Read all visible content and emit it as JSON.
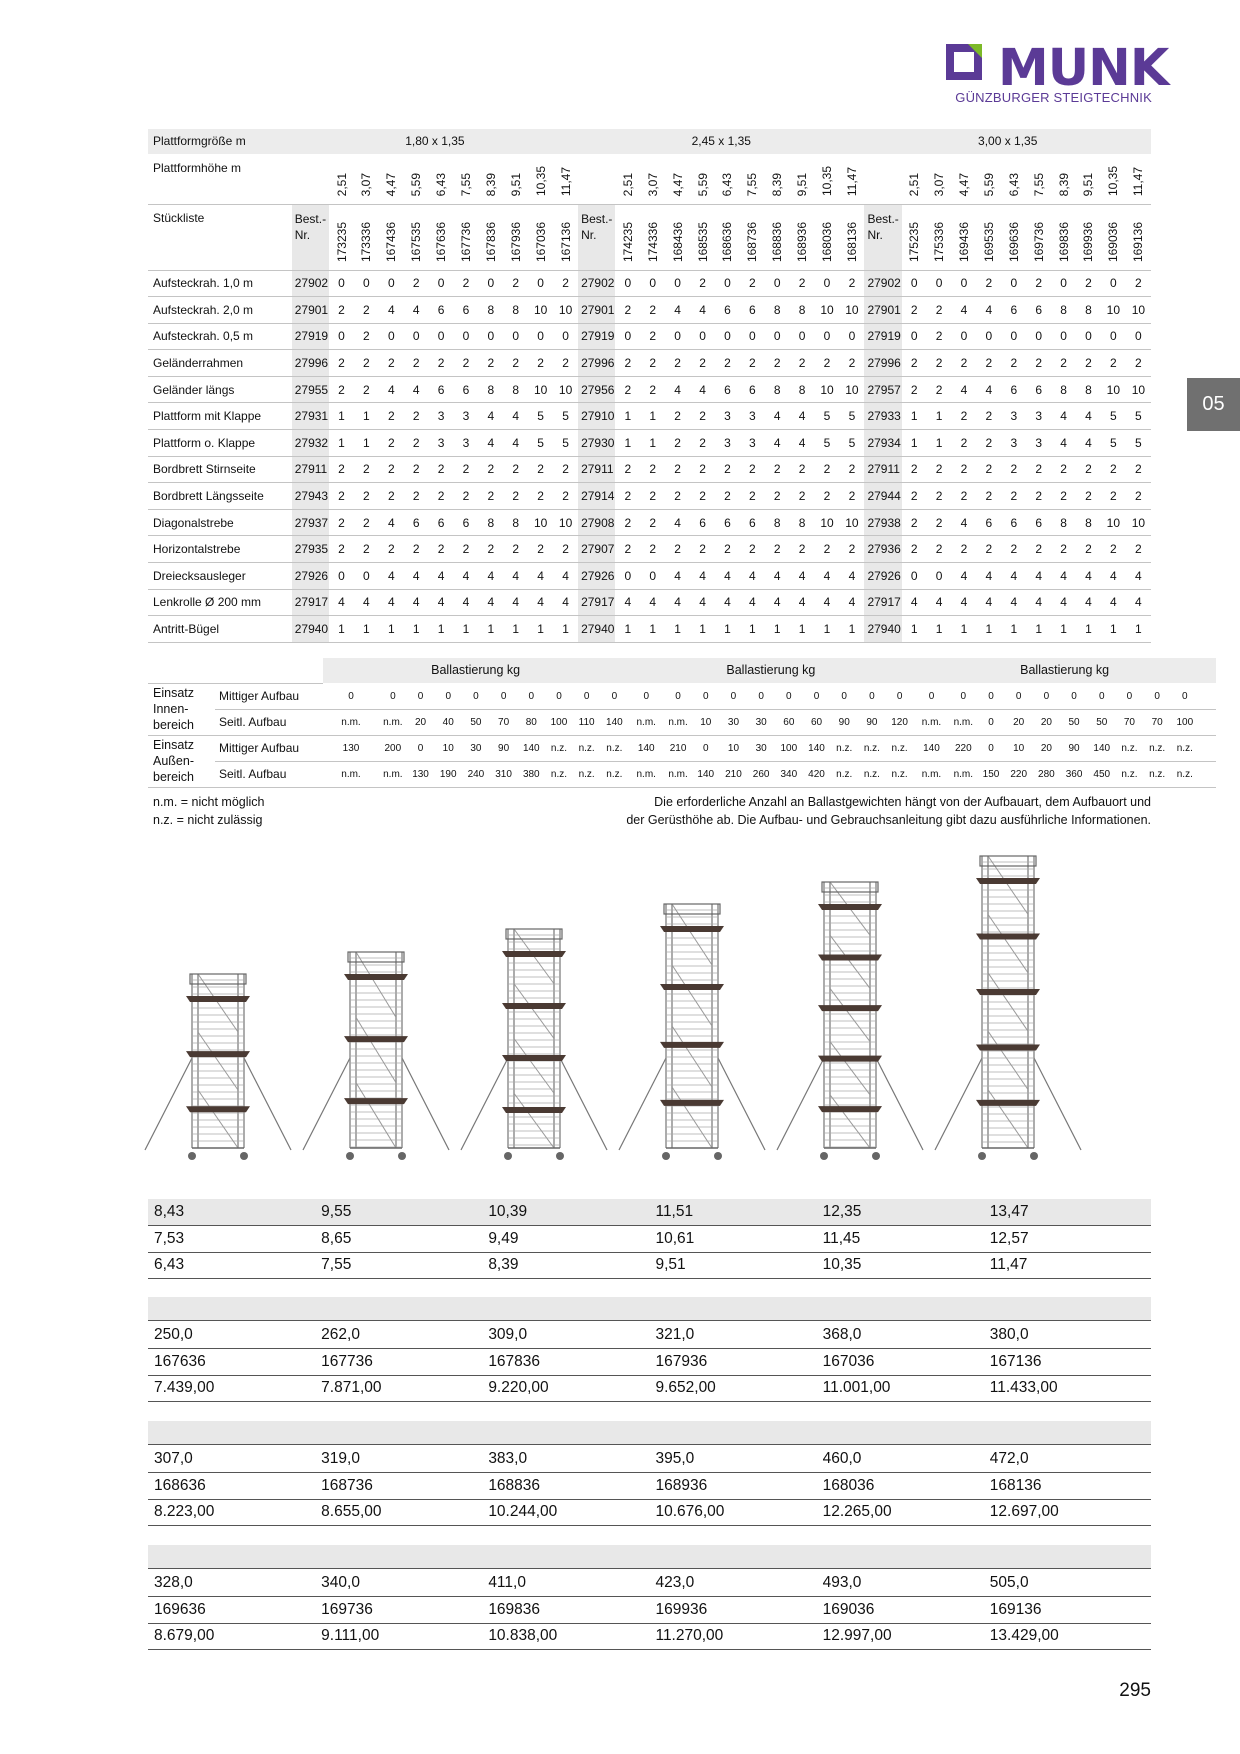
{
  "brand": {
    "name": "MUNK",
    "tagline": "GÜNZBURGER STEIGTECHNIK",
    "color": "#5b3a96",
    "accent": "#7cb928"
  },
  "section_tab": "05",
  "main_table": {
    "row_platform": {
      "label": "Plattformgröße m",
      "groups": [
        "1,80 x 1,35",
        "2,45 x 1,35",
        "3,00 x 1,35"
      ]
    },
    "row_heights": {
      "label": "Plattformhöhe m",
      "heights": [
        "2,51",
        "3,07",
        "4,47",
        "5,59",
        "6,43",
        "7,55",
        "8,39",
        "9,51",
        "10,35",
        "11,47"
      ]
    },
    "row_stueckliste": {
      "label": "Stückliste",
      "best_label": "Best.-Nr.",
      "groups": [
        [
          "173235",
          "173336",
          "167436",
          "167535",
          "167636",
          "167736",
          "167836",
          "167936",
          "167036",
          "167136"
        ],
        [
          "174235",
          "174336",
          "168436",
          "168535",
          "168636",
          "168736",
          "168836",
          "168936",
          "168036",
          "168136"
        ],
        [
          "175235",
          "175336",
          "169436",
          "169535",
          "169636",
          "169736",
          "169836",
          "169936",
          "169036",
          "169136"
        ]
      ]
    },
    "rows": [
      {
        "label": "Aufsteckrah. 1,0 m",
        "nr": [
          "27902",
          "27902",
          "27902"
        ],
        "vals": [
          [
            "0",
            "0",
            "0",
            "2",
            "0",
            "2",
            "0",
            "2",
            "0",
            "2"
          ],
          [
            "0",
            "0",
            "0",
            "2",
            "0",
            "2",
            "0",
            "2",
            "0",
            "2"
          ],
          [
            "0",
            "0",
            "0",
            "2",
            "0",
            "2",
            "0",
            "2",
            "0",
            "2"
          ]
        ]
      },
      {
        "label": "Aufsteckrah. 2,0 m",
        "nr": [
          "27901",
          "27901",
          "27901"
        ],
        "vals": [
          [
            "2",
            "2",
            "4",
            "4",
            "6",
            "6",
            "8",
            "8",
            "10",
            "10"
          ],
          [
            "2",
            "2",
            "4",
            "4",
            "6",
            "6",
            "8",
            "8",
            "10",
            "10"
          ],
          [
            "2",
            "2",
            "4",
            "4",
            "6",
            "6",
            "8",
            "8",
            "10",
            "10"
          ]
        ]
      },
      {
        "label": "Aufsteckrah. 0,5 m",
        "nr": [
          "27919",
          "27919",
          "27919"
        ],
        "vals": [
          [
            "0",
            "2",
            "0",
            "0",
            "0",
            "0",
            "0",
            "0",
            "0",
            "0"
          ],
          [
            "0",
            "2",
            "0",
            "0",
            "0",
            "0",
            "0",
            "0",
            "0",
            "0"
          ],
          [
            "0",
            "2",
            "0",
            "0",
            "0",
            "0",
            "0",
            "0",
            "0",
            "0"
          ]
        ]
      },
      {
        "label": "Geländerrahmen",
        "nr": [
          "27996",
          "27996",
          "27996"
        ],
        "vals": [
          [
            "2",
            "2",
            "2",
            "2",
            "2",
            "2",
            "2",
            "2",
            "2",
            "2"
          ],
          [
            "2",
            "2",
            "2",
            "2",
            "2",
            "2",
            "2",
            "2",
            "2",
            "2"
          ],
          [
            "2",
            "2",
            "2",
            "2",
            "2",
            "2",
            "2",
            "2",
            "2",
            "2"
          ]
        ]
      },
      {
        "label": "Geländer längs",
        "nr": [
          "27955",
          "27956",
          "27957"
        ],
        "vals": [
          [
            "2",
            "2",
            "4",
            "4",
            "6",
            "6",
            "8",
            "8",
            "10",
            "10"
          ],
          [
            "2",
            "2",
            "4",
            "4",
            "6",
            "6",
            "8",
            "8",
            "10",
            "10"
          ],
          [
            "2",
            "2",
            "4",
            "4",
            "6",
            "6",
            "8",
            "8",
            "10",
            "10"
          ]
        ]
      },
      {
        "label": "Plattform mit Klappe",
        "nr": [
          "27931",
          "27910",
          "27933"
        ],
        "vals": [
          [
            "1",
            "1",
            "2",
            "2",
            "3",
            "3",
            "4",
            "4",
            "5",
            "5"
          ],
          [
            "1",
            "1",
            "2",
            "2",
            "3",
            "3",
            "4",
            "4",
            "5",
            "5"
          ],
          [
            "1",
            "1",
            "2",
            "2",
            "3",
            "3",
            "4",
            "4",
            "5",
            "5"
          ]
        ]
      },
      {
        "label": "Plattform o. Klappe",
        "nr": [
          "27932",
          "27930",
          "27934"
        ],
        "vals": [
          [
            "1",
            "1",
            "2",
            "2",
            "3",
            "3",
            "4",
            "4",
            "5",
            "5"
          ],
          [
            "1",
            "1",
            "2",
            "2",
            "3",
            "3",
            "4",
            "4",
            "5",
            "5"
          ],
          [
            "1",
            "1",
            "2",
            "2",
            "3",
            "3",
            "4",
            "4",
            "5",
            "5"
          ]
        ]
      },
      {
        "label": "Bordbrett Stirnseite",
        "nr": [
          "27911",
          "27911",
          "27911"
        ],
        "vals": [
          [
            "2",
            "2",
            "2",
            "2",
            "2",
            "2",
            "2",
            "2",
            "2",
            "2"
          ],
          [
            "2",
            "2",
            "2",
            "2",
            "2",
            "2",
            "2",
            "2",
            "2",
            "2"
          ],
          [
            "2",
            "2",
            "2",
            "2",
            "2",
            "2",
            "2",
            "2",
            "2",
            "2"
          ]
        ]
      },
      {
        "label": "Bordbrett Längsseite",
        "nr": [
          "27943",
          "27914",
          "27944"
        ],
        "vals": [
          [
            "2",
            "2",
            "2",
            "2",
            "2",
            "2",
            "2",
            "2",
            "2",
            "2"
          ],
          [
            "2",
            "2",
            "2",
            "2",
            "2",
            "2",
            "2",
            "2",
            "2",
            "2"
          ],
          [
            "2",
            "2",
            "2",
            "2",
            "2",
            "2",
            "2",
            "2",
            "2",
            "2"
          ]
        ]
      },
      {
        "label": "Diagonalstrebe",
        "nr": [
          "27937",
          "27908",
          "27938"
        ],
        "vals": [
          [
            "2",
            "2",
            "4",
            "6",
            "6",
            "6",
            "8",
            "8",
            "10",
            "10"
          ],
          [
            "2",
            "2",
            "4",
            "6",
            "6",
            "6",
            "8",
            "8",
            "10",
            "10"
          ],
          [
            "2",
            "2",
            "4",
            "6",
            "6",
            "6",
            "8",
            "8",
            "10",
            "10"
          ]
        ]
      },
      {
        "label": "Horizontalstrebe",
        "nr": [
          "27935",
          "27907",
          "27936"
        ],
        "vals": [
          [
            "2",
            "2",
            "2",
            "2",
            "2",
            "2",
            "2",
            "2",
            "2",
            "2"
          ],
          [
            "2",
            "2",
            "2",
            "2",
            "2",
            "2",
            "2",
            "2",
            "2",
            "2"
          ],
          [
            "2",
            "2",
            "2",
            "2",
            "2",
            "2",
            "2",
            "2",
            "2",
            "2"
          ]
        ]
      },
      {
        "label": "Dreiecksausleger",
        "nr": [
          "27926",
          "27926",
          "27926"
        ],
        "vals": [
          [
            "0",
            "0",
            "4",
            "4",
            "4",
            "4",
            "4",
            "4",
            "4",
            "4"
          ],
          [
            "0",
            "0",
            "4",
            "4",
            "4",
            "4",
            "4",
            "4",
            "4",
            "4"
          ],
          [
            "0",
            "0",
            "4",
            "4",
            "4",
            "4",
            "4",
            "4",
            "4",
            "4"
          ]
        ]
      },
      {
        "label": "Lenkrolle Ø 200 mm",
        "nr": [
          "27917",
          "27917",
          "27917"
        ],
        "vals": [
          [
            "4",
            "4",
            "4",
            "4",
            "4",
            "4",
            "4",
            "4",
            "4",
            "4"
          ],
          [
            "4",
            "4",
            "4",
            "4",
            "4",
            "4",
            "4",
            "4",
            "4",
            "4"
          ],
          [
            "4",
            "4",
            "4",
            "4",
            "4",
            "4",
            "4",
            "4",
            "4",
            "4"
          ]
        ]
      },
      {
        "label": "Antritt-Bügel",
        "nr": [
          "27940",
          "27940",
          "27940"
        ],
        "vals": [
          [
            "1",
            "1",
            "1",
            "1",
            "1",
            "1",
            "1",
            "1",
            "1",
            "1"
          ],
          [
            "1",
            "1",
            "1",
            "1",
            "1",
            "1",
            "1",
            "1",
            "1",
            "1"
          ],
          [
            "1",
            "1",
            "1",
            "1",
            "1",
            "1",
            "1",
            "1",
            "1",
            "1"
          ]
        ]
      }
    ]
  },
  "ballast": {
    "title": "Ballastierung kg",
    "groups": [
      {
        "label": "Einsatz Innen-bereich",
        "rows": [
          {
            "label": "Mittiger Aufbau",
            "vals": [
              [
                "0",
                "0",
                "0",
                "0",
                "0",
                "0",
                "0",
                "0",
                "0",
                "0"
              ],
              [
                "0",
                "0",
                "0",
                "0",
                "0",
                "0",
                "0",
                "0",
                "0",
                "0"
              ],
              [
                "0",
                "0",
                "0",
                "0",
                "0",
                "0",
                "0",
                "0",
                "0",
                "0"
              ]
            ]
          },
          {
            "label": "Seitl. Aufbau",
            "vals": [
              [
                "n.m.",
                "n.m.",
                "20",
                "40",
                "50",
                "70",
                "80",
                "100",
                "110",
                "140"
              ],
              [
                "n.m.",
                "n.m.",
                "10",
                "30",
                "30",
                "60",
                "60",
                "90",
                "90",
                "120"
              ],
              [
                "n.m.",
                "n.m.",
                "0",
                "20",
                "20",
                "50",
                "50",
                "70",
                "70",
                "100"
              ]
            ]
          }
        ]
      },
      {
        "label": "Einsatz Außen-bereich",
        "rows": [
          {
            "label": "Mittiger Aufbau",
            "vals": [
              [
                "130",
                "200",
                "0",
                "10",
                "30",
                "90",
                "140",
                "n.z.",
                "n.z.",
                "n.z."
              ],
              [
                "140",
                "210",
                "0",
                "10",
                "30",
                "100",
                "140",
                "n.z.",
                "n.z.",
                "n.z."
              ],
              [
                "140",
                "220",
                "0",
                "10",
                "20",
                "90",
                "140",
                "n.z.",
                "n.z.",
                "n.z."
              ]
            ]
          },
          {
            "label": "Seitl. Aufbau",
            "vals": [
              [
                "n.m.",
                "n.m.",
                "130",
                "190",
                "240",
                "310",
                "380",
                "n.z.",
                "n.z.",
                "n.z."
              ],
              [
                "n.m.",
                "n.m.",
                "140",
                "210",
                "260",
                "340",
                "420",
                "n.z.",
                "n.z.",
                "n.z."
              ],
              [
                "n.m.",
                "n.m.",
                "150",
                "220",
                "280",
                "360",
                "450",
                "n.z.",
                "n.z.",
                "n.z."
              ]
            ]
          }
        ]
      }
    ]
  },
  "notes": {
    "nm": "n.m. = nicht möglich",
    "nz": "n.z. = nicht zulässig",
    "info_line1": "Die erforderliche Anzahl an Ballastgewichten hängt von der Aufbauart, dem Aufbauort und",
    "info_line2": "der Gerüsthöhe ab. Die Aufbau- und Gebrauchsanleitung gibt dazu ausführliche Informationen."
  },
  "scaffold_illustrations": [
    {
      "levels": 3,
      "width_factor": 1.0
    },
    {
      "levels": 3,
      "width_factor": 1.0
    },
    {
      "levels": 4,
      "width_factor": 1.0
    },
    {
      "levels": 4,
      "width_factor": 1.0
    },
    {
      "levels": 5,
      "width_factor": 1.0
    },
    {
      "levels": 5,
      "width_factor": 1.0
    }
  ],
  "bottom": {
    "heights": [
      [
        "8,43",
        "9,55",
        "10,39",
        "11,51",
        "12,35",
        "13,47"
      ],
      [
        "7,53",
        "8,65",
        "9,49",
        "10,61",
        "11,45",
        "12,57"
      ],
      [
        "6,43",
        "7,55",
        "8,39",
        "9,51",
        "10,35",
        "11,47"
      ]
    ],
    "blocks": [
      [
        [
          "250,0",
          "262,0",
          "309,0",
          "321,0",
          "368,0",
          "380,0"
        ],
        [
          "167636",
          "167736",
          "167836",
          "167936",
          "167036",
          "167136"
        ],
        [
          "7.439,00",
          "7.871,00",
          "9.220,00",
          "9.652,00",
          "11.001,00",
          "11.433,00"
        ]
      ],
      [
        [
          "307,0",
          "319,0",
          "383,0",
          "395,0",
          "460,0",
          "472,0"
        ],
        [
          "168636",
          "168736",
          "168836",
          "168936",
          "168036",
          "168136"
        ],
        [
          "8.223,00",
          "8.655,00",
          "10.244,00",
          "10.676,00",
          "12.265,00",
          "12.697,00"
        ]
      ],
      [
        [
          "328,0",
          "340,0",
          "411,0",
          "423,0",
          "493,0",
          "505,0"
        ],
        [
          "169636",
          "169736",
          "169836",
          "169936",
          "169036",
          "169136"
        ],
        [
          "8.679,00",
          "9.111,00",
          "10.838,00",
          "11.270,00",
          "12.997,00",
          "13.429,00"
        ]
      ]
    ]
  },
  "page_number": "295"
}
